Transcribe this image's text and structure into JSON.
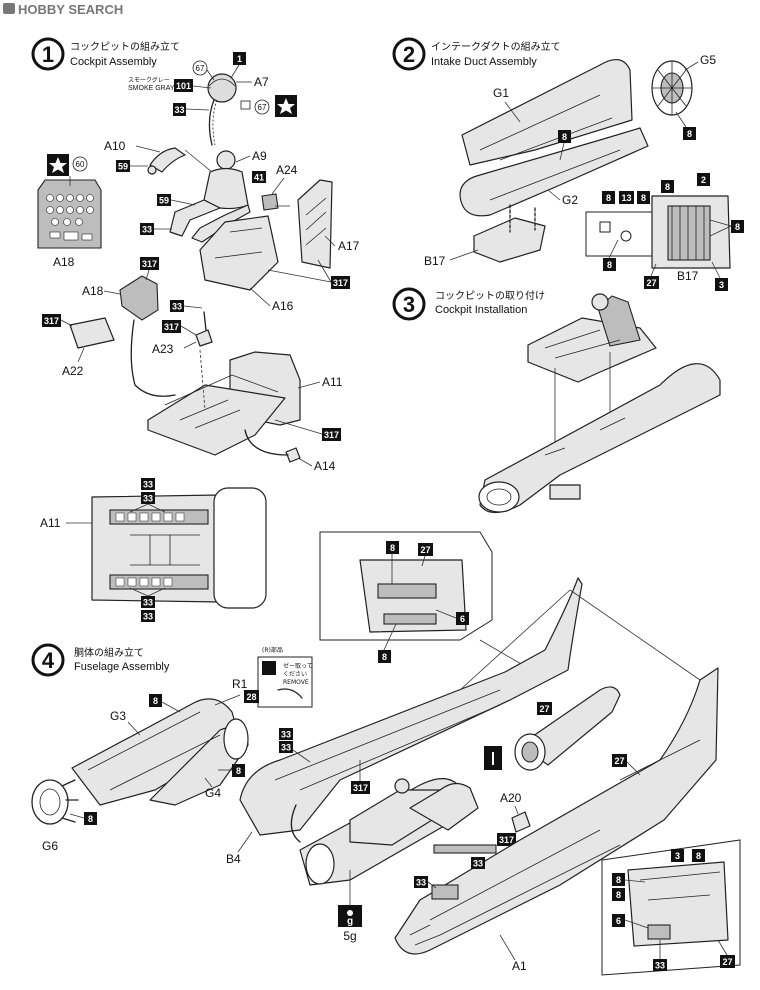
{
  "watermark": "HOBBY SEARCH",
  "steps": [
    {
      "num": "1",
      "title_jp": "コックピットの組み立て",
      "title_en": "Cockpit Assembly"
    },
    {
      "num": "2",
      "title_jp": "インテークダクトの組み立て",
      "title_en": "Intake Duct Assembly"
    },
    {
      "num": "3",
      "title_jp": "コックピットの取り付け",
      "title_en": "Cockpit Installation"
    },
    {
      "num": "4",
      "title_jp": "胴体の組み立て",
      "title_en": "Fuselage Assembly"
    }
  ],
  "paint_note": {
    "jp": "スモークグレー",
    "en": "SMOKE GRAY"
  },
  "parts": {
    "a7": "A7",
    "a9": "A9",
    "a10": "A10",
    "a24": "A24",
    "a17": "A17",
    "a16": "A16",
    "a18": "A18",
    "a18b": "A18",
    "a22": "A22",
    "a23": "A23",
    "a11": "A11",
    "a11b": "A11",
    "a14": "A14",
    "g1": "G1",
    "g2": "G2",
    "g5": "G5",
    "b17": "B17",
    "b17b": "B17",
    "g3": "G3",
    "g4": "G4",
    "g6": "G6",
    "r1": "R1",
    "b4": "B4",
    "a20": "A20",
    "a1": "A1"
  },
  "colors": {
    "c1": "1",
    "c101": "101",
    "c59": "59",
    "c59b": "59",
    "c41": "41",
    "c317": "317",
    "c33": "33",
    "c8": "8",
    "c13": "13",
    "c2": "2",
    "c27": "27",
    "c3": "3",
    "c6": "6",
    "c28": "28"
  },
  "decals": {
    "d67": "67",
    "d67b": "67",
    "d60": "60"
  },
  "r_part": {
    "title": "(R)部品",
    "line1": "ゼー取って",
    "line2": "ください",
    "line3": "REMOVE"
  },
  "weight": {
    "badge": "g",
    "value": "5g"
  }
}
